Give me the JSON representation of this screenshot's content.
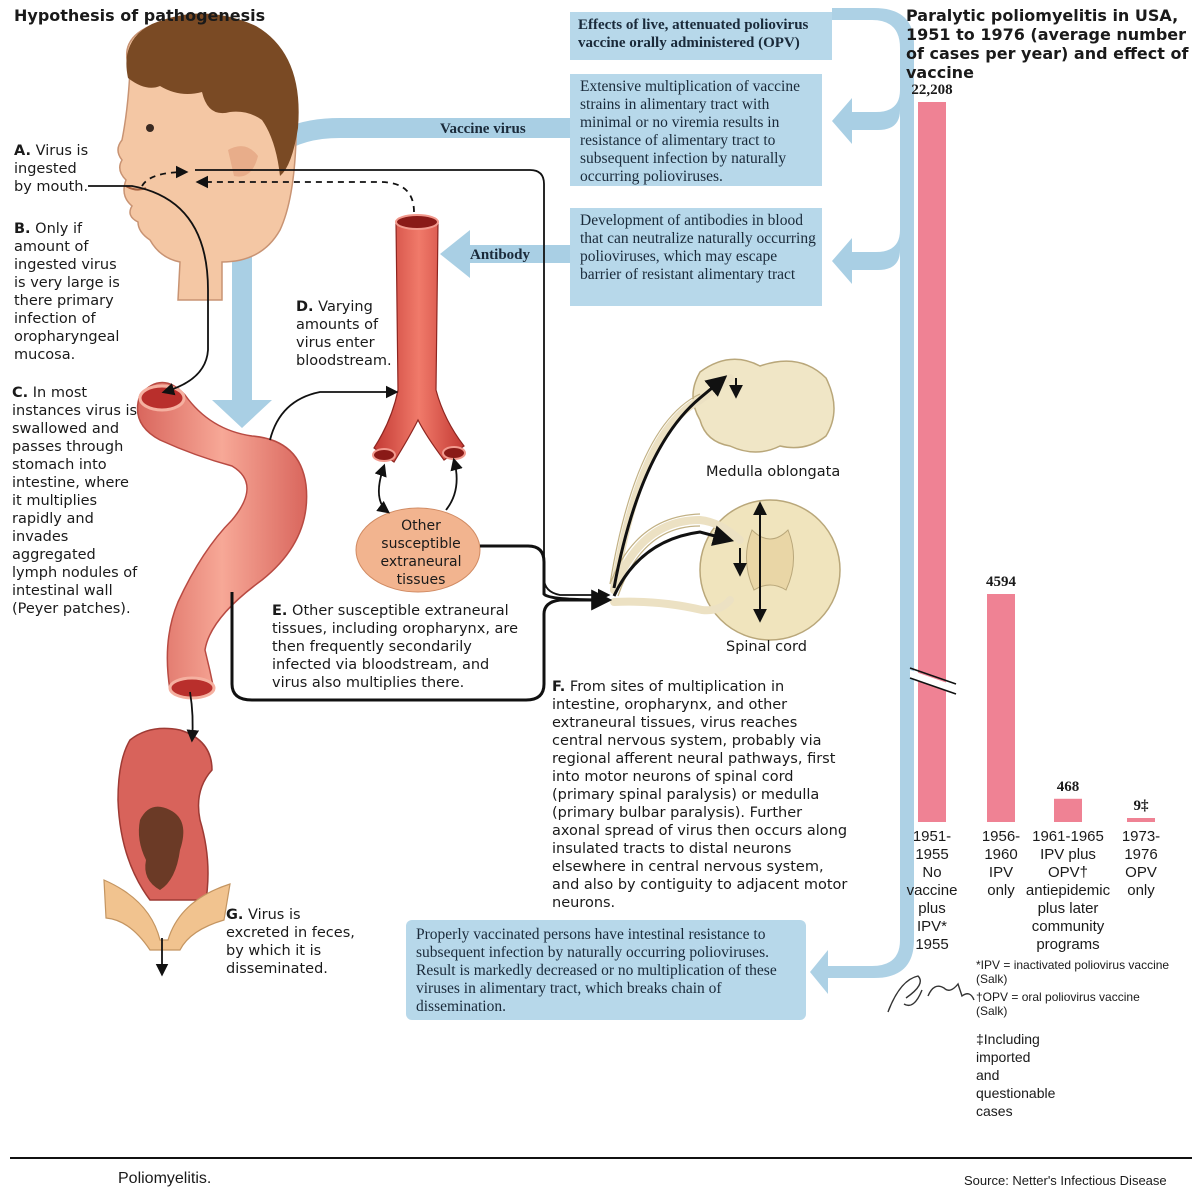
{
  "left": {
    "title": "Hypothesis of pathogenesis",
    "a_letter": "A.",
    "a_text": "Virus is ingested by mouth.",
    "b_letter": "B.",
    "b_text": "Only if amount of ingested virus is very large is there primary infection of oropharyngeal mucosa.",
    "c_letter": "C.",
    "c_text": "In most instances virus is swallowed and passes through stomach into intestine, where it multiplies rapidly and invades aggregated lymph nodules of intestinal wall (Peyer patches).",
    "d_letter": "D.",
    "d_text": "Varying amounts of virus enter bloodstream.",
    "e_letter": "E.",
    "e_text": "Other susceptible extraneural tissues, including oropharynx, are then frequently secondarily infected via bloodstream, and virus also multiplies there.",
    "f_letter": "F.",
    "f_text": "From sites of multiplication in intestine, oropharynx, and other extraneural tissues, virus reaches central nervous system, probably via regional afferent neural pathways, first into motor neurons of spinal cord (primary spinal paralysis) or medulla (primary bulbar paralysis). Further axonal spread of virus then occurs along insulated tracts to distal neurons elsewhere in central nervous system, and also by contiguity to adjacent motor neurons.",
    "g_letter": "G.",
    "g_text": "Virus is excreted in feces, by which it is disseminated.",
    "other_tissues": "Other susceptible extraneural tissues",
    "medulla": "Medulla oblongata",
    "spinal_cord": "Spinal cord"
  },
  "vaccine": {
    "header": "Effects of live, attenuated poliovirus vaccine orally administered (OPV)",
    "vaccine_virus_label": "Vaccine virus",
    "antibody_label": "Antibody",
    "box1": "Extensive multiplication of vaccine strains in alimentary tract with minimal or no viremia results in resistance of alimentary tract to subsequent infection by naturally occurring polioviruses.",
    "box2": "Development of antibodies in blood that can neutralize naturally occurring polioviruses, which may escape barrier of resistant alimentary tract",
    "box3": "Properly vaccinated persons have intestinal resistance to subsequent infection by naturally occurring polioviruses. Result is markedly decreased or no multiplication of these viruses in alimentary tract, which breaks chain of dissemination."
  },
  "chart_data": {
    "type": "bar",
    "title": "Paralytic poliomyelitis in USA, 1951 to 1976 (average number of cases per year) and effect of vaccine",
    "categories": [
      "1951-\n1955\nNo\nvaccine\nplus\nIPV*\n1955",
      "1956-\n1960\nIPV\nonly",
      "1961-1965\nIPV plus\nOPV†\nantiepidemic\nplus later\ncommunity\nprograms",
      "1973-\n1976\nOPV\nonly"
    ],
    "values": [
      22208,
      4594,
      468,
      9
    ],
    "value_labels": [
      "22,208",
      "4594",
      "468",
      "9‡"
    ],
    "axis_break": true,
    "color": "#ef8294",
    "footnote_ipv": "*IPV = inactivated poliovirus vaccine\n(Salk)",
    "footnote_opv": "†OPV = oral poliovirus vaccine\n(Salk)",
    "footnote_incl": "‡Including imported and questionable cases"
  },
  "signature": "F. Netter M.D.",
  "footer": {
    "caption": "Poliomyelitis.",
    "source": "Source: Netter's Infectious Disease"
  },
  "colors": {
    "arrow_blue": "#a9cfe4",
    "box_blue": "#b7d8ea",
    "intestine": "#e8847a",
    "vessel": "#d5453f",
    "tissue": "#f2b48f",
    "nerve": "#ece1c3",
    "bar": "#ef8294"
  }
}
